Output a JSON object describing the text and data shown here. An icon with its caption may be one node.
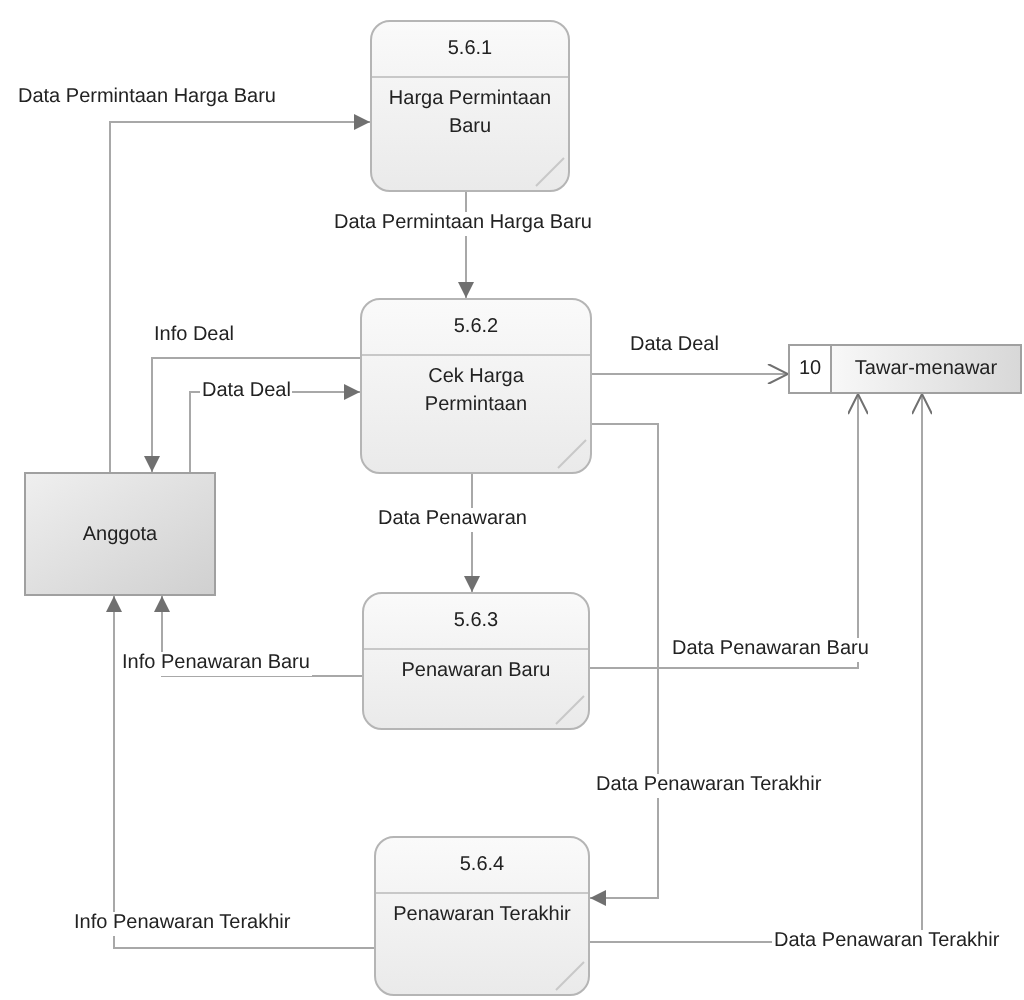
{
  "diagram": {
    "nodes": [
      {
        "text": [
          "5.6.1",
          "Harga Permintaan Baru"
        ]
      },
      {
        "text": [
          "5.6.2",
          "Cek Harga Permintaan"
        ]
      },
      {
        "text": [
          "10",
          "Tawar-menawar"
        ]
      },
      {
        "text": [
          "Anggota"
        ]
      },
      {
        "text": [
          "5.6.3",
          "Penawaran Baru"
        ]
      },
      {
        "text": [
          "5.6.4",
          "Penawaran Terakhir"
        ]
      }
    ],
    "edges": [
      {
        "from": 3,
        "to": 0,
        "arrow": "to",
        "label": "Data Permintaan Harga Baru"
      },
      {
        "from": 0,
        "to": 1,
        "arrow": "to",
        "label": "Data Permintaan Harga Baru"
      },
      {
        "from": 1,
        "to": 3,
        "arrow": "to",
        "label": "Info Deal"
      },
      {
        "from": 3,
        "to": 1,
        "arrow": "to",
        "label": "Data Deal"
      },
      {
        "from": 1,
        "to": 2,
        "arrow": "to",
        "label": "Data Deal"
      },
      {
        "from": 1,
        "to": 4,
        "arrow": "to",
        "label": "Data Penawaran"
      },
      {
        "from": 4,
        "to": 3,
        "arrow": "to",
        "label": "Info Penawaran Baru"
      },
      {
        "from": 4,
        "to": 2,
        "arrow": "to",
        "label": "Data Penawaran Baru"
      },
      {
        "from": 1,
        "to": 5,
        "arrow": "to",
        "label": "Data Penawaran Terakhir"
      },
      {
        "from": 5,
        "to": 3,
        "arrow": "to",
        "label": "Info Penawaran Terakhir"
      },
      {
        "from": 5,
        "to": 2,
        "arrow": "to",
        "label": "Data Penawaran Terakhir"
      }
    ]
  }
}
